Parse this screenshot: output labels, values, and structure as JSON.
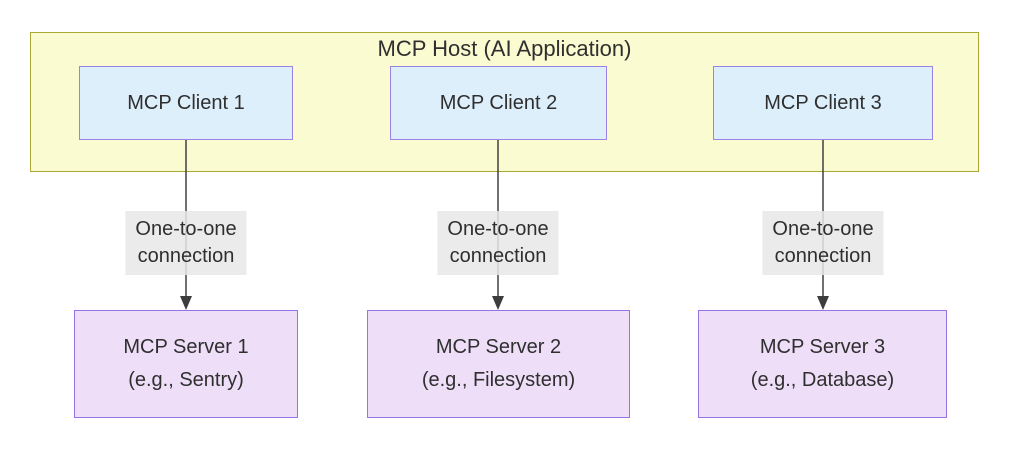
{
  "diagram": {
    "host": {
      "title": "MCP Host (AI Application)"
    },
    "clients": [
      {
        "label": "MCP Client 1"
      },
      {
        "label": "MCP Client 2"
      },
      {
        "label": "MCP Client 3"
      }
    ],
    "connections": [
      {
        "label_line1": "One-to-one",
        "label_line2": "connection"
      },
      {
        "label_line1": "One-to-one",
        "label_line2": "connection"
      },
      {
        "label_line1": "One-to-one",
        "label_line2": "connection"
      }
    ],
    "servers": [
      {
        "name": "MCP Server 1",
        "example": "(e.g., Sentry)"
      },
      {
        "name": "MCP Server 2",
        "example": "(e.g., Filesystem)"
      },
      {
        "name": "MCP Server 3",
        "example": "(e.g., Database)"
      }
    ],
    "colors": {
      "host_fill": "#fbfbd1",
      "host_border": "#a8a832",
      "client_fill": "#deeffc",
      "client_border": "#9c82e3",
      "server_fill": "#eedef8",
      "server_border": "#9673e6",
      "edge_label_bg": "#e8e8e8",
      "line": "#404040",
      "text": "#2f2f2f"
    }
  }
}
